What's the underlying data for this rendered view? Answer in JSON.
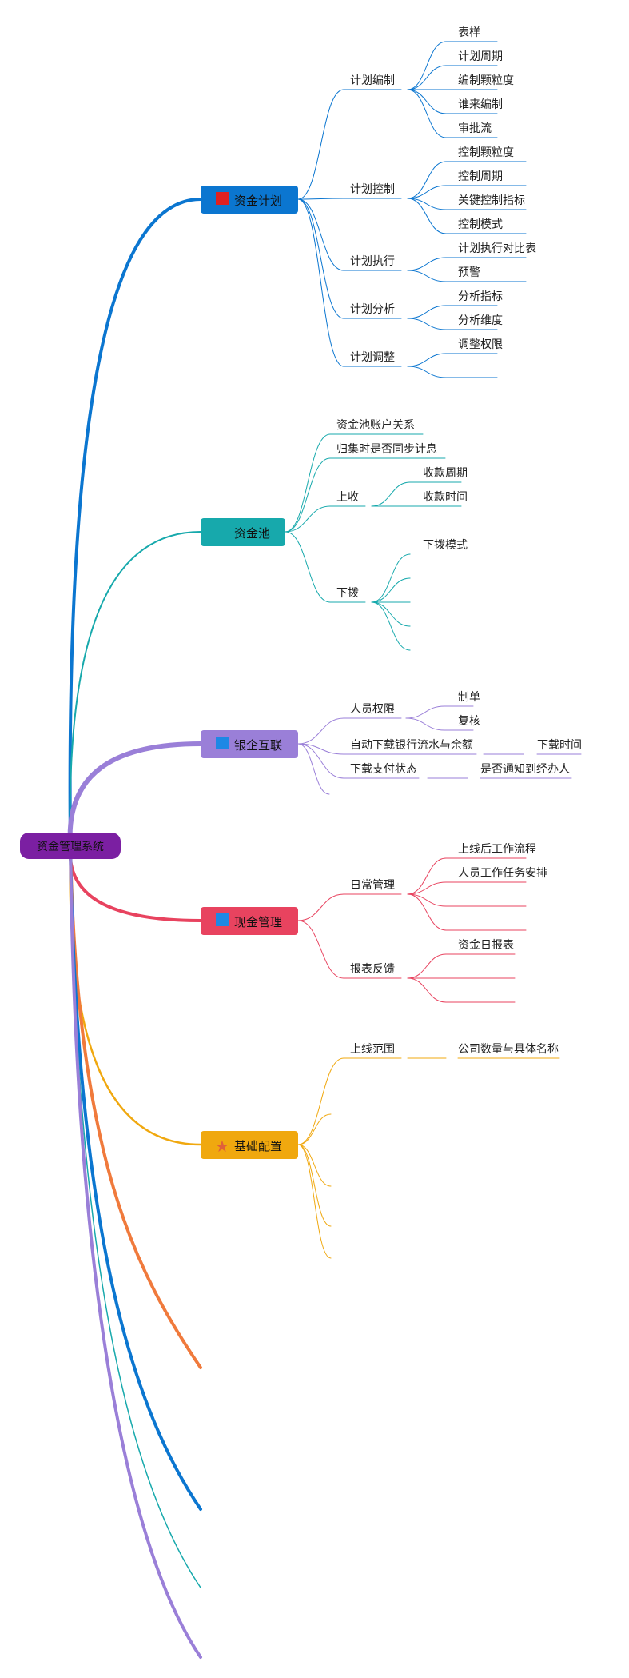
{
  "root": {
    "label": "资金管理系统",
    "color": "#7b1fa2"
  },
  "branches": [
    {
      "label": "资金计划",
      "color": "#0b76d0",
      "icon": "red-square-icon",
      "icon_color": "#e02020",
      "subs": [
        {
          "label": "计划编制",
          "leaves": [
            "表样",
            "计划周期",
            "编制颗粒度",
            "谁来编制",
            "审批流"
          ]
        },
        {
          "label": "计划控制",
          "leaves": [
            "控制颗粒度",
            "控制周期",
            "关键控制指标",
            "控制模式"
          ]
        },
        {
          "label": "计划执行",
          "leaves": [
            "计划执行对比表",
            "预警"
          ]
        },
        {
          "label": "计划分析",
          "leaves": [
            "分析指标",
            "分析维度"
          ]
        },
        {
          "label": "计划调整",
          "leaves": [
            "调整权限",
            ""
          ]
        }
      ]
    },
    {
      "label": "资金池",
      "color": "#17a9ac",
      "icon": "",
      "icon_color": "",
      "subs": [
        {
          "label": "资金池账户关系",
          "leaves": []
        },
        {
          "label": "归集时是否同步计息",
          "leaves": []
        },
        {
          "label": "上收",
          "leaves": [
            "收款周期",
            "收款时间"
          ]
        },
        {
          "label": "下拨",
          "leaves": [
            "下拨模式",
            "",
            "",
            "",
            ""
          ]
        }
      ]
    },
    {
      "label": "银企互联",
      "color": "#9a7fd8",
      "icon": "blue-square-icon",
      "icon_color": "#1e88e5",
      "subs": [
        {
          "label": "人员权限",
          "leaves": [
            "制单",
            "复核"
          ]
        },
        {
          "label": "自动下载银行流水与余额",
          "leaves": [
            "下载时间"
          ]
        },
        {
          "label": "下载支付状态",
          "leaves": [
            "是否通知到经办人"
          ]
        },
        {
          "label": "",
          "leaves": []
        }
      ]
    },
    {
      "label": "现金管理",
      "color": "#e8435f",
      "icon": "blue-square-icon",
      "icon_color": "#1e88e5",
      "subs": [
        {
          "label": "日常管理",
          "leaves": [
            "上线后工作流程",
            "人员工作任务安排",
            "",
            ""
          ]
        },
        {
          "label": "报表反馈",
          "leaves": [
            "资金日报表",
            "",
            ""
          ]
        }
      ]
    },
    {
      "label": "基础配置",
      "color": "#f0a80f",
      "icon": "star-icon",
      "icon_color": "#e0603a",
      "subs": [
        {
          "label": "上线范围",
          "leaves": [
            "公司数量与具体名称"
          ]
        },
        {
          "label": "",
          "leaves": []
        },
        {
          "label": "",
          "leaves": []
        },
        {
          "label": "",
          "leaves": []
        },
        {
          "label": "",
          "leaves": []
        }
      ]
    }
  ],
  "extra_branch_colors": [
    "#f07a3c",
    "#0b76d0",
    "#17a9ac",
    "#9a7fd8"
  ]
}
